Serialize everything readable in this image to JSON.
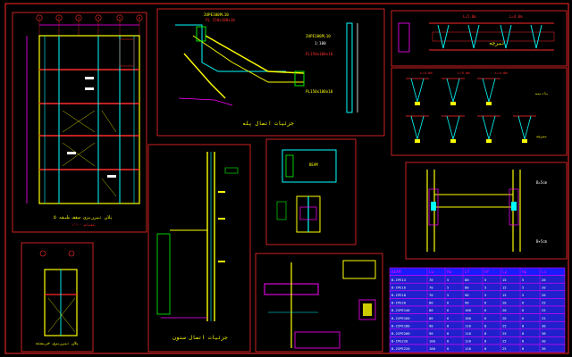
{
  "canvas": {
    "background": "#000000",
    "frame_color": "#ff0000"
  },
  "colors": {
    "red": "#ff2a2a",
    "yellow": "#ffff00",
    "cyan": "#00ffff",
    "magenta": "#ff00ff",
    "green": "#00ff00",
    "white": "#ffffff",
    "blue": "#3a3aff"
  },
  "sheet": {
    "grid_labels": [
      "1",
      "2",
      "3",
      "4",
      "5",
      "6"
    ]
  },
  "floor_plan": {
    "title": "پلان تیرریزی سقف طبقه ۵",
    "subtitle": "مقیاس ۱:۱۰۰"
  },
  "small_plan": {
    "title": "پلان تیرریزی خرپشته",
    "subtitle": "مقیاس ۱:۱۰۰"
  },
  "stair_detail": {
    "title": "جزئیات اتصال پله",
    "labels": [
      "2UPE100PL10",
      "PL 150x100x10",
      "2UPE100PL10",
      "PL150x100x10",
      "1:100",
      "PL150x100x10"
    ]
  },
  "column_detail": {
    "title": "جزئیات اتصال ستون"
  },
  "beam_detail": {
    "label": "BEAM"
  },
  "joist_detail": {
    "title": "تیرچه",
    "top_labels": [
      "L=5.0m",
      "L=4.0m"
    ],
    "section_labels": [
      "L=4.0m",
      "L=5.0m",
      "L=4.0m"
    ],
    "tag_1": "بادبند",
    "tag_2": "تیرچه"
  },
  "connection_detail": {
    "labels": [
      "B=5cm",
      "B+5cm"
    ]
  },
  "schedule": {
    "headers": [
      "BEAM",
      "Lw",
      "Hw",
      "Lf",
      "Hf",
      "Lp",
      "Hp",
      "Ls"
    ],
    "rows": [
      [
        "B-IPE14",
        "70",
        "5",
        "80",
        "5",
        "15",
        "5",
        "20"
      ],
      [
        "B-IPE16",
        "70",
        "5",
        "80",
        "5",
        "15",
        "5",
        "20"
      ],
      [
        "B-IPE18",
        "70",
        "5",
        "90",
        "5",
        "15",
        "5",
        "20"
      ],
      [
        "B-IPE20",
        "80",
        "6",
        "90",
        "6",
        "20",
        "6",
        "25"
      ],
      [
        "B-2IPE140",
        "80",
        "6",
        "100",
        "6",
        "20",
        "6",
        "25"
      ],
      [
        "B-2IPE160",
        "80",
        "6",
        "100",
        "6",
        "20",
        "6",
        "25"
      ],
      [
        "B-2IPE180",
        "90",
        "8",
        "110",
        "8",
        "25",
        "8",
        "30"
      ],
      [
        "B-2IPE200",
        "90",
        "8",
        "110",
        "8",
        "25",
        "8",
        "30"
      ],
      [
        "B-IPE220",
        "100",
        "8",
        "120",
        "8",
        "25",
        "8",
        "30"
      ],
      [
        "B-2IPE220",
        "100",
        "8",
        "120",
        "8",
        "25",
        "8",
        "30"
      ]
    ]
  }
}
